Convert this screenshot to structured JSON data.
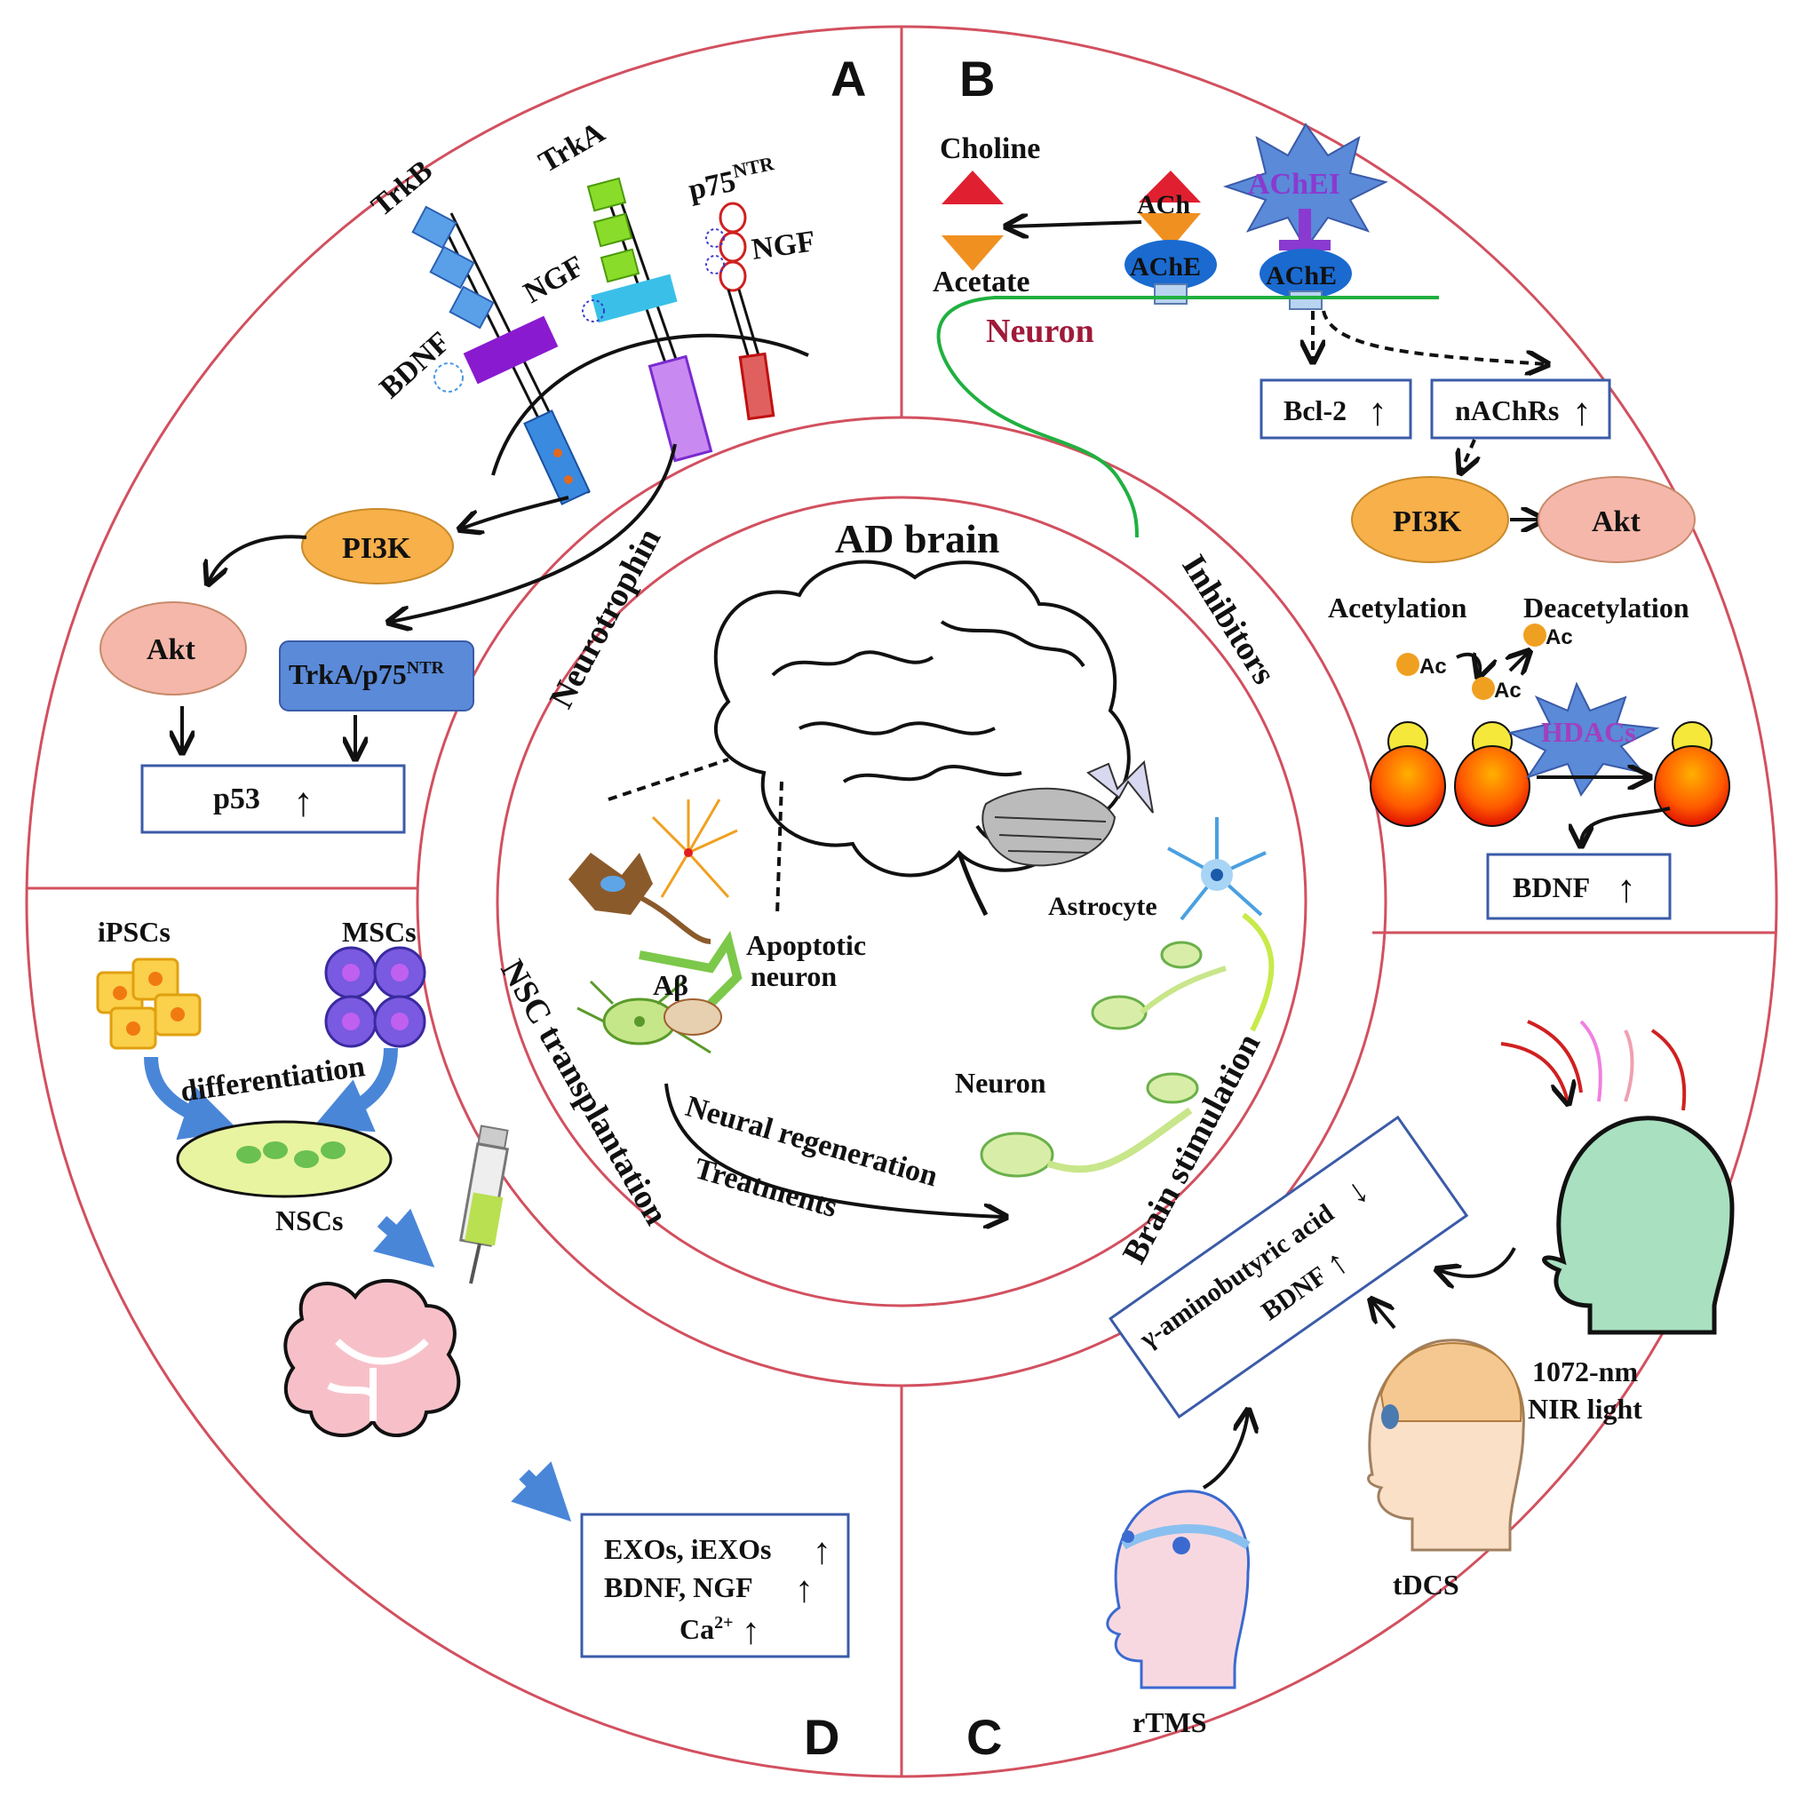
{
  "panels": {
    "a": "A",
    "b": "B",
    "c": "C",
    "d": "D"
  },
  "ring": {
    "center_title": "AD brain",
    "neurotrophin": "Neurotrophin",
    "inhibitors": "Inhibitors",
    "nsc_transplantation": "NSC transplantation",
    "brain_stimulation": "Brain  stimulation"
  },
  "center": {
    "apoptotic_neuron_line1": "Apoptotic",
    "apoptotic_neuron_line2": "neuron",
    "abeta": "Aβ",
    "astrocyte": "Astrocyte",
    "neuron": "Neuron",
    "neural_regeneration": "Neural regeneration",
    "treatments": "Treatments"
  },
  "panel_a": {
    "trkb": "TrkB",
    "trka": "TrkA",
    "p75": "p75",
    "p75_sup": "NTR",
    "ngf_1": "NGF",
    "ngf_2": "NGF",
    "bdnf": "BDNF",
    "pi3k": "PI3K",
    "akt": "Akt",
    "trka_p75": "TrkA/p75",
    "trka_p75_sup": "NTR",
    "p53": "p53",
    "arrow_up": "↑"
  },
  "panel_b": {
    "choline": "Choline",
    "acetate": "Acetate",
    "ach": "ACh",
    "ache_1": "AChE",
    "ache_2": "AChE",
    "achei": "AChEI",
    "neuron": "Neuron",
    "bcl2": "Bcl-2",
    "nachrs": "nAChRs",
    "pi3k": "PI3K",
    "akt": "Akt",
    "acetylation": "Acetylation",
    "deacetylation": "Deacetylation",
    "ac": "Ac",
    "hdacs": "HDACs",
    "bdnf": "BDNF",
    "arrow_up": "↑"
  },
  "panel_c": {
    "gaba": "γ-aminobutyric acid",
    "gaba_arrow": "↓",
    "bdnf": "BDNF",
    "bdnf_arrow": "↑",
    "nir_line1": "1072-nm",
    "nir_line2": "NIR light",
    "tdcs": "tDCS",
    "rtms": "rTMS"
  },
  "panel_d": {
    "ipscs": "iPSCs",
    "mscs": "MSCs",
    "differentiation": "differentiation",
    "nscs": "NSCs",
    "exos": "EXOs, iEXOs",
    "bdnf_ngf": "BDNF, NGF",
    "ca": "Ca",
    "ca_sup": "2+",
    "arrow_up": "↑"
  }
}
